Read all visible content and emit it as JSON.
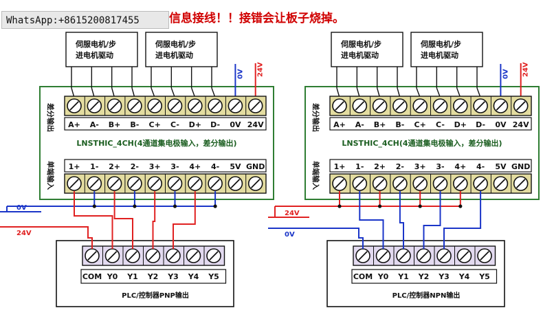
{
  "watermark": "WhatsApp:+8615200817455",
  "warning": "信息接线！！接错会让板子烧掉。",
  "driver_label": "伺服电机/步进电机驱动",
  "supply": {
    "v0": "0V",
    "v24": "24V"
  },
  "module": {
    "name": "LNSTHIC_4CH(4通道集电极输入，差分输出)",
    "out_side_label": "差分输出",
    "in_side_label": "单端输入",
    "out_terminals": [
      "A+",
      "A-",
      "B+",
      "B-",
      "C+",
      "C-",
      "D+",
      "D-",
      "0V",
      "24V"
    ],
    "in_terminals": [
      "1+",
      "1-",
      "2+",
      "2-",
      "3+",
      "3-",
      "4+",
      "4-",
      "5V",
      "GND"
    ]
  },
  "plc": {
    "terminals": [
      "COM",
      "Y0",
      "Y1",
      "Y2",
      "Y3",
      "Y4",
      "Y5"
    ],
    "pnp_label": "PLC/控制器PNP输出",
    "npn_label": "PLC/控制器NPN输出"
  },
  "colors": {
    "red": "#e02020",
    "blue": "#1a35c8",
    "module_border": "#2e7d32",
    "label_green": "#1b5e20",
    "terminal_fill": "#e3dca0",
    "plc_terminal_fill": "#e3daf0"
  }
}
